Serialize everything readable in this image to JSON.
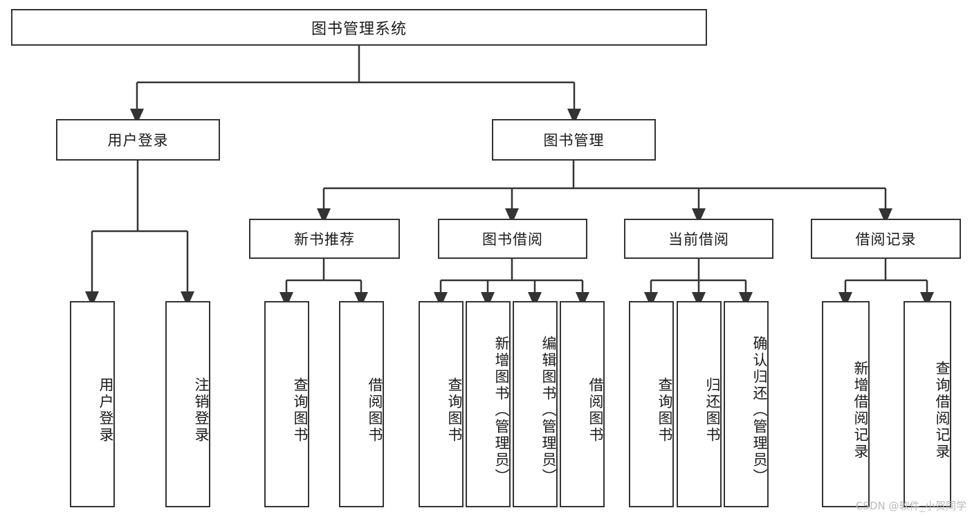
{
  "diagram": {
    "type": "tree",
    "title": "图书管理系统",
    "watermark": "CSDN @软件_小贺同学",
    "root": {
      "label": "图书管理系统"
    },
    "level1": [
      {
        "label": "用户登录"
      },
      {
        "label": "图书管理"
      }
    ],
    "level2": [
      {
        "label": "新书推荐"
      },
      {
        "label": "图书借阅"
      },
      {
        "label": "当前借阅"
      },
      {
        "label": "借阅记录"
      }
    ],
    "leaves": {
      "user_login": [
        {
          "label": "用户登录"
        },
        {
          "label": "注销登录"
        }
      ],
      "new_books": [
        {
          "label": "查询图书"
        },
        {
          "label": "借阅图书"
        }
      ],
      "borrow": [
        {
          "label": "查询图书"
        },
        {
          "label": "新增图书（管理员）"
        },
        {
          "label": "编辑图书（管理员）"
        },
        {
          "label": "借阅图书"
        }
      ],
      "current": [
        {
          "label": "查询图书"
        },
        {
          "label": "归还图书"
        },
        {
          "label": "确认归还（管理员）"
        }
      ],
      "records": [
        {
          "label": "新增借阅记录"
        },
        {
          "label": "查询借阅记录"
        }
      ]
    },
    "colors": {
      "stroke": "#333333",
      "fill": "#ffffff",
      "text": "#1a1a1a",
      "watermark": "#b9b9b9"
    }
  }
}
